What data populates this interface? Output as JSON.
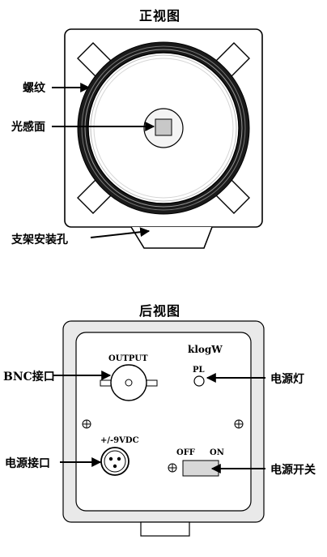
{
  "front_view": {
    "title": "正视图",
    "labels": {
      "thread": "螺纹",
      "sensor": "光感面",
      "mount_hole": "支架安装孔"
    }
  },
  "rear_view": {
    "title": "后视图",
    "brand": "klogW",
    "output_label": "OUTPUT",
    "pl_label": "PL",
    "power_spec": "+/-9VDC",
    "off_label": "OFF",
    "on_label": "ON",
    "labels": {
      "bnc": "BNC接口",
      "power_light": "电源灯",
      "power_port": "电源接口",
      "power_switch": "电源开关"
    }
  }
}
